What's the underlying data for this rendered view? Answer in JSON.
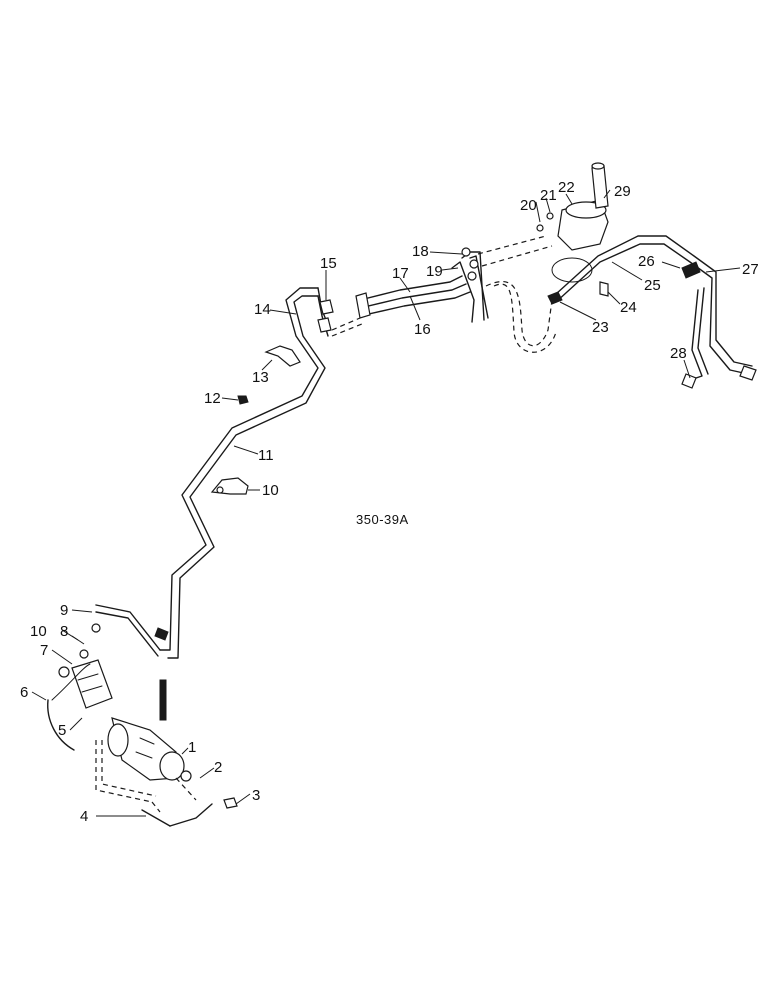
{
  "drawing_code": "350-39A",
  "callouts": [
    "1",
    "2",
    "3",
    "4",
    "5",
    "6",
    "7",
    "8",
    "9",
    "10",
    "11",
    "12",
    "13",
    "14",
    "15",
    "16",
    "17",
    "18",
    "19",
    "20",
    "21",
    "22",
    "23",
    "24",
    "25",
    "26",
    "27",
    "28",
    "29"
  ]
}
